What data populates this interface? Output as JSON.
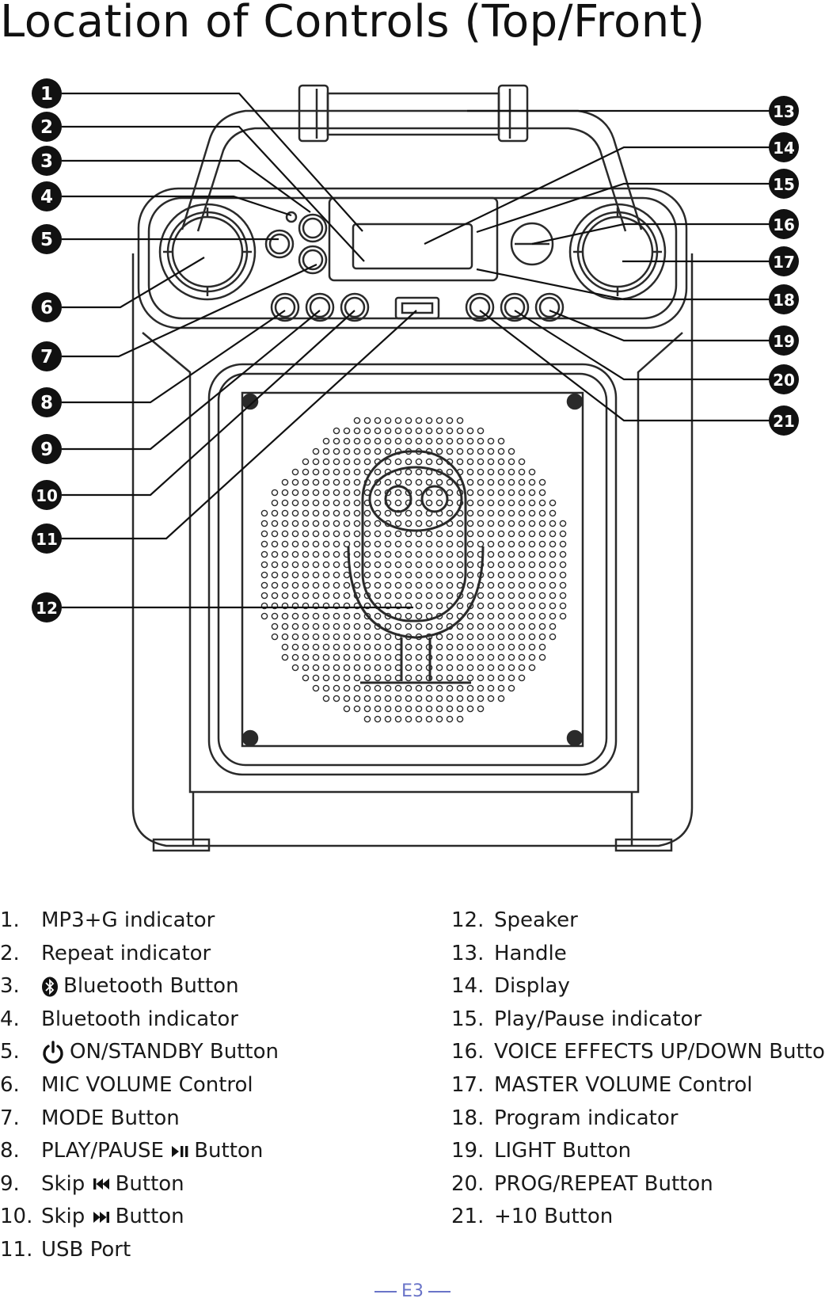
{
  "page": {
    "title": "Location of Controls (Top/Front)",
    "page_number": "E3"
  },
  "diagram": {
    "callouts_left": [
      "1",
      "2",
      "3",
      "4",
      "5",
      "6",
      "7",
      "8",
      "9",
      "10",
      "11",
      "12"
    ],
    "callouts_right": [
      "13",
      "14",
      "15",
      "16",
      "17",
      "18",
      "19",
      "20",
      "21"
    ]
  },
  "legend": {
    "left": [
      {
        "num": "1.",
        "label": "MP3+G indicator"
      },
      {
        "num": "2.",
        "label": "Repeat indicator"
      },
      {
        "num": "3.",
        "label": "Bluetooth Button",
        "icon": "bluetooth-icon"
      },
      {
        "num": "4.",
        "label": "Bluetooth indicator"
      },
      {
        "num": "5.",
        "label": "ON/STANDBY Button",
        "icon": "power-icon"
      },
      {
        "num": "6.",
        "label": "MIC VOLUME Control"
      },
      {
        "num": "7.",
        "label": "MODE Button"
      },
      {
        "num": "8.",
        "label_before": "PLAY/PAUSE",
        "label_after": "Button",
        "icon": "play-pause-icon"
      },
      {
        "num": "9.",
        "label_before": "Skip",
        "label_after": "Button",
        "icon": "skip-back-icon"
      },
      {
        "num": "10.",
        "label_before": "Skip",
        "label_after": "Button",
        "icon": "skip-forward-icon"
      },
      {
        "num": "11.",
        "label": "USB Port"
      }
    ],
    "right": [
      {
        "num": "12.",
        "label": "Speaker"
      },
      {
        "num": "13.",
        "label": "Handle"
      },
      {
        "num": "14.",
        "label": "Display"
      },
      {
        "num": "15.",
        "label": "Play/Pause indicator"
      },
      {
        "num": "16.",
        "label": "VOICE EFFECTS UP/DOWN Button"
      },
      {
        "num": "17.",
        "label": "MASTER VOLUME Control"
      },
      {
        "num": "18.",
        "label": "Program indicator"
      },
      {
        "num": "19.",
        "label": "LIGHT Button"
      },
      {
        "num": "20.",
        "label": "PROG/REPEAT Button"
      },
      {
        "num": "21.",
        "label": "+10 Button"
      }
    ]
  },
  "colors": {
    "ink": "#1a1a1a",
    "footer_accent": "#6a74c8"
  }
}
